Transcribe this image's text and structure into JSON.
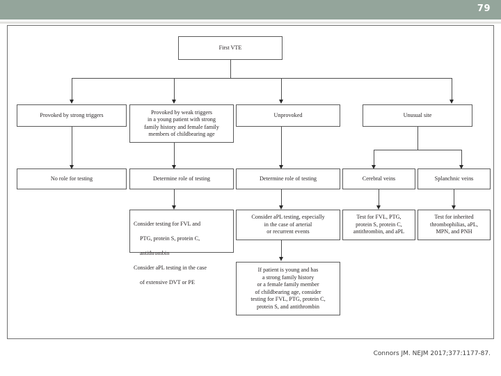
{
  "slide": {
    "page_number": "79",
    "header_color": "#94a59b",
    "frame_border_color": "#6e6e6e",
    "citation": "Connors JM. NEJM 2017;377:1177-87."
  },
  "flowchart": {
    "title_node": "First VTE",
    "level2": [
      "Provoked by strong triggers",
      "Provoked by weak triggers\nin a young patient with strong\nfamily history and female family\nmembers of childbearing age",
      "Unprovoked",
      "Unusual site"
    ],
    "level3": [
      "No role for testing",
      "Determine role of testing",
      "Determine role of testing",
      "Cerebral veins",
      "Splanchnic veins"
    ],
    "level4": {
      "weak_triggers_lines": [
        "Consider testing for FVL and",
        "PTG, protein S, protein C,",
        "antithrombin",
        "Consider aPL testing in the case",
        "of extensive DVT or PE"
      ],
      "unprovoked": "Consider aPL testing, especially\nin the case of arterial\nor recurrent events",
      "cerebral": "Test for FVL, PTG,\nprotein S, protein C,\nantithrombin, and aPL",
      "splanchnic": "Test for inherited\nthrombophilias, aPL,\nMPN, and PNH"
    },
    "level5": {
      "unprovoked_followup": "If patient is young and has\na strong family history\nor a female family member\nof childbearing age, consider\ntesting for FVL, PTG, protein C,\nprotein S, and antithrombin"
    }
  }
}
